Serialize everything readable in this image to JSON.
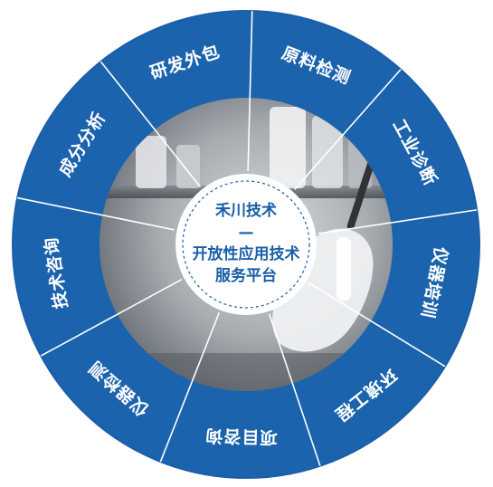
{
  "colors": {
    "ring_blue": "#1b63ad",
    "ring_edge": "#1a5ea8",
    "divider": "#ffffff",
    "hub_fill": "#ffffff",
    "hub_text": "#1a5ea8",
    "hub_dash": "#1a5ea8"
  },
  "hub": {
    "line1": "禾川技术",
    "line2": "—",
    "line3": "开放性应用技术",
    "line4": "服务平台"
  },
  "segments": [
    {
      "label": "研发外包"
    },
    {
      "label": "原料检测"
    },
    {
      "label": "工业诊断"
    },
    {
      "label": "仪器培训"
    },
    {
      "label": "环境工程"
    },
    {
      "label": "项目咨询"
    },
    {
      "label": "仪器检测"
    },
    {
      "label": "技术咨询"
    },
    {
      "label": "成分分析"
    }
  ]
}
